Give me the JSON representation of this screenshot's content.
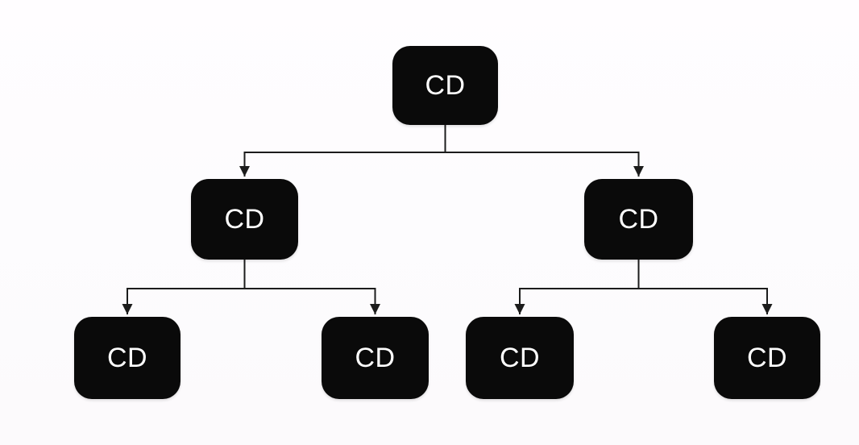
{
  "diagram": {
    "type": "tree",
    "title": "",
    "nodes": [
      {
        "id": "root",
        "label": "CD",
        "level": 0
      },
      {
        "id": "child-left",
        "label": "CD",
        "level": 1
      },
      {
        "id": "child-right",
        "label": "CD",
        "level": 1
      },
      {
        "id": "leaf-1",
        "label": "CD",
        "level": 2
      },
      {
        "id": "leaf-2",
        "label": "CD",
        "level": 2
      },
      {
        "id": "leaf-3",
        "label": "CD",
        "level": 2
      },
      {
        "id": "leaf-4",
        "label": "CD",
        "level": 2
      }
    ],
    "edges": [
      {
        "from": "root",
        "to": "child-left"
      },
      {
        "from": "root",
        "to": "child-right"
      },
      {
        "from": "child-left",
        "to": "leaf-1"
      },
      {
        "from": "child-left",
        "to": "leaf-2"
      },
      {
        "from": "child-right",
        "to": "leaf-3"
      },
      {
        "from": "child-right",
        "to": "leaf-4"
      }
    ],
    "colors": {
      "node_fill": "#0a0a0a",
      "node_text": "#ffffff",
      "edge": "#1c1c1c",
      "background": "#fdfcfe"
    }
  }
}
